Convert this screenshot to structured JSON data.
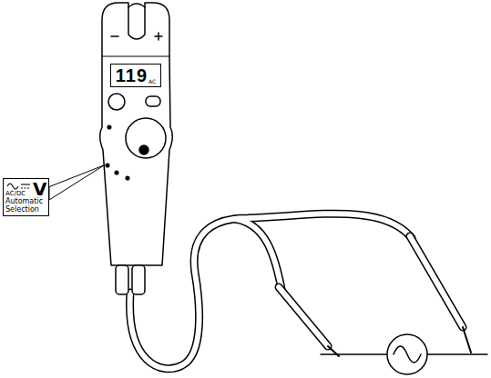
{
  "diagram": {
    "nodes": [
      {
        "text": [
          "119",
          "AC"
        ]
      },
      {
        "text": [
          "AC/DC",
          "V",
          "Automatic Selection"
        ]
      }
    ]
  }
}
